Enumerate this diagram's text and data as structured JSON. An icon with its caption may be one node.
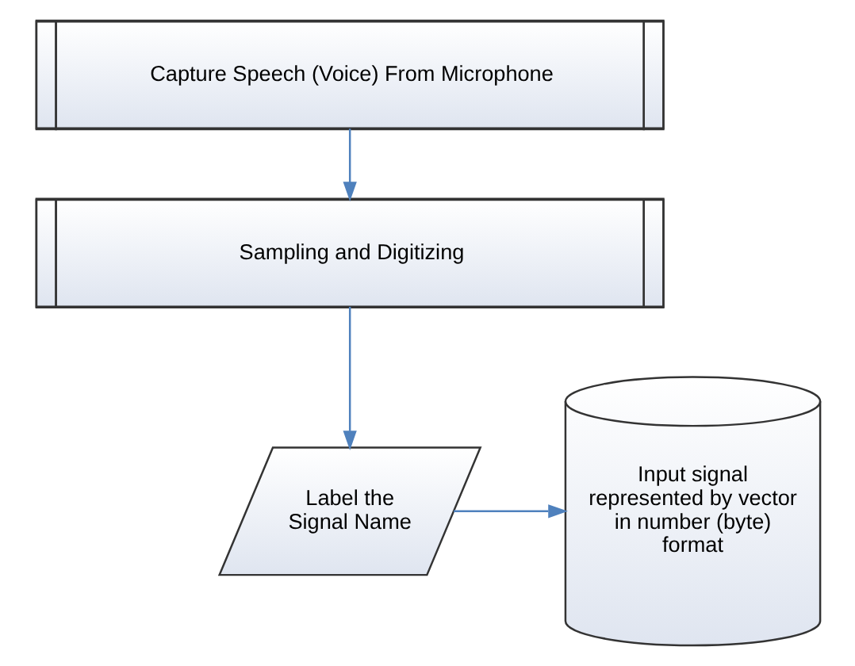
{
  "diagram": {
    "nodes": [
      {
        "text": [
          "Capture Speech (Voice) From Microphone"
        ]
      },
      {
        "text": [
          "Sampling and Digitizing"
        ]
      },
      {
        "text": [
          "Label the Signal Name"
        ]
      },
      {
        "text": [
          "Input signal represented by vector in number (byte) format"
        ]
      }
    ],
    "edges": [
      {
        "from": 0,
        "to": 1,
        "arrow": "to"
      },
      {
        "from": 1,
        "to": 2,
        "arrow": "to"
      },
      {
        "from": 2,
        "to": 3,
        "arrow": "to"
      }
    ]
  }
}
